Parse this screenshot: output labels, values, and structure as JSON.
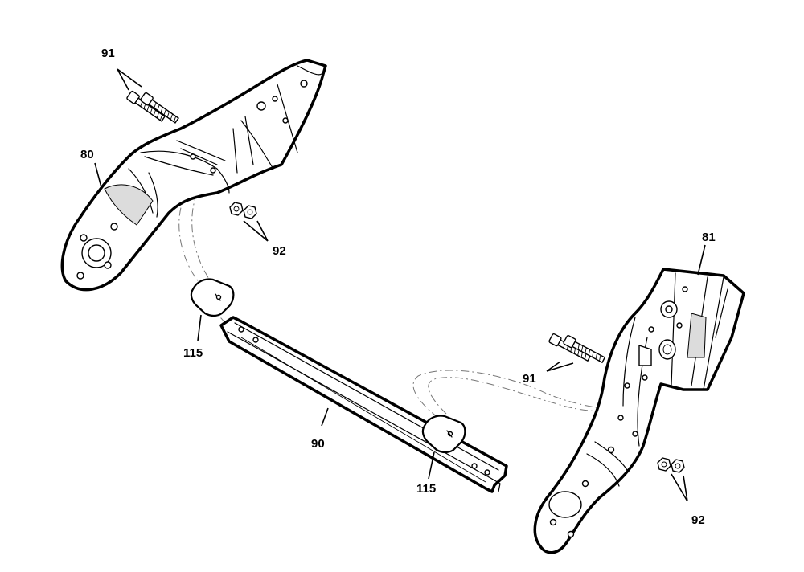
{
  "callouts": {
    "c91_top": "91",
    "c80": "80",
    "c92_top": "92",
    "c115_left": "115",
    "c90": "90",
    "c115_right": "115",
    "c81": "81",
    "c91_right": "91",
    "c92_bottom": "92"
  }
}
